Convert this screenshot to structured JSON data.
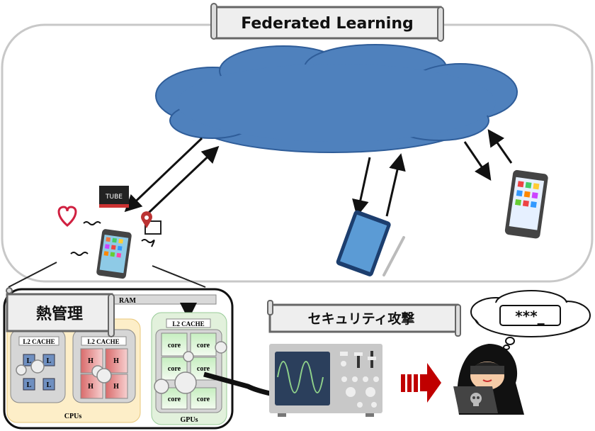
{
  "title": "Federated Learning",
  "sections": {
    "thermal": "熱管理",
    "security": "セキュリティ攻撃"
  },
  "devices": {
    "video_label": "TUBE"
  },
  "chip": {
    "ram": "RAM",
    "l2_cache": "L2 CACHE",
    "cpu_little_core": "L",
    "cpu_big_core": "H",
    "gpu_core": "core",
    "cpus_label": "CPUs",
    "gpus_label": "GPUs"
  },
  "attacker": {
    "password_thought": "***_"
  },
  "colors": {
    "cloud": "#4f81bd",
    "cpu_panel": "#fdeec8",
    "gpu_panel": "#e2f1dc",
    "little_core": "#6f8fc0",
    "big_core": "#e88a8a",
    "attack_arrow": "#c00000"
  }
}
